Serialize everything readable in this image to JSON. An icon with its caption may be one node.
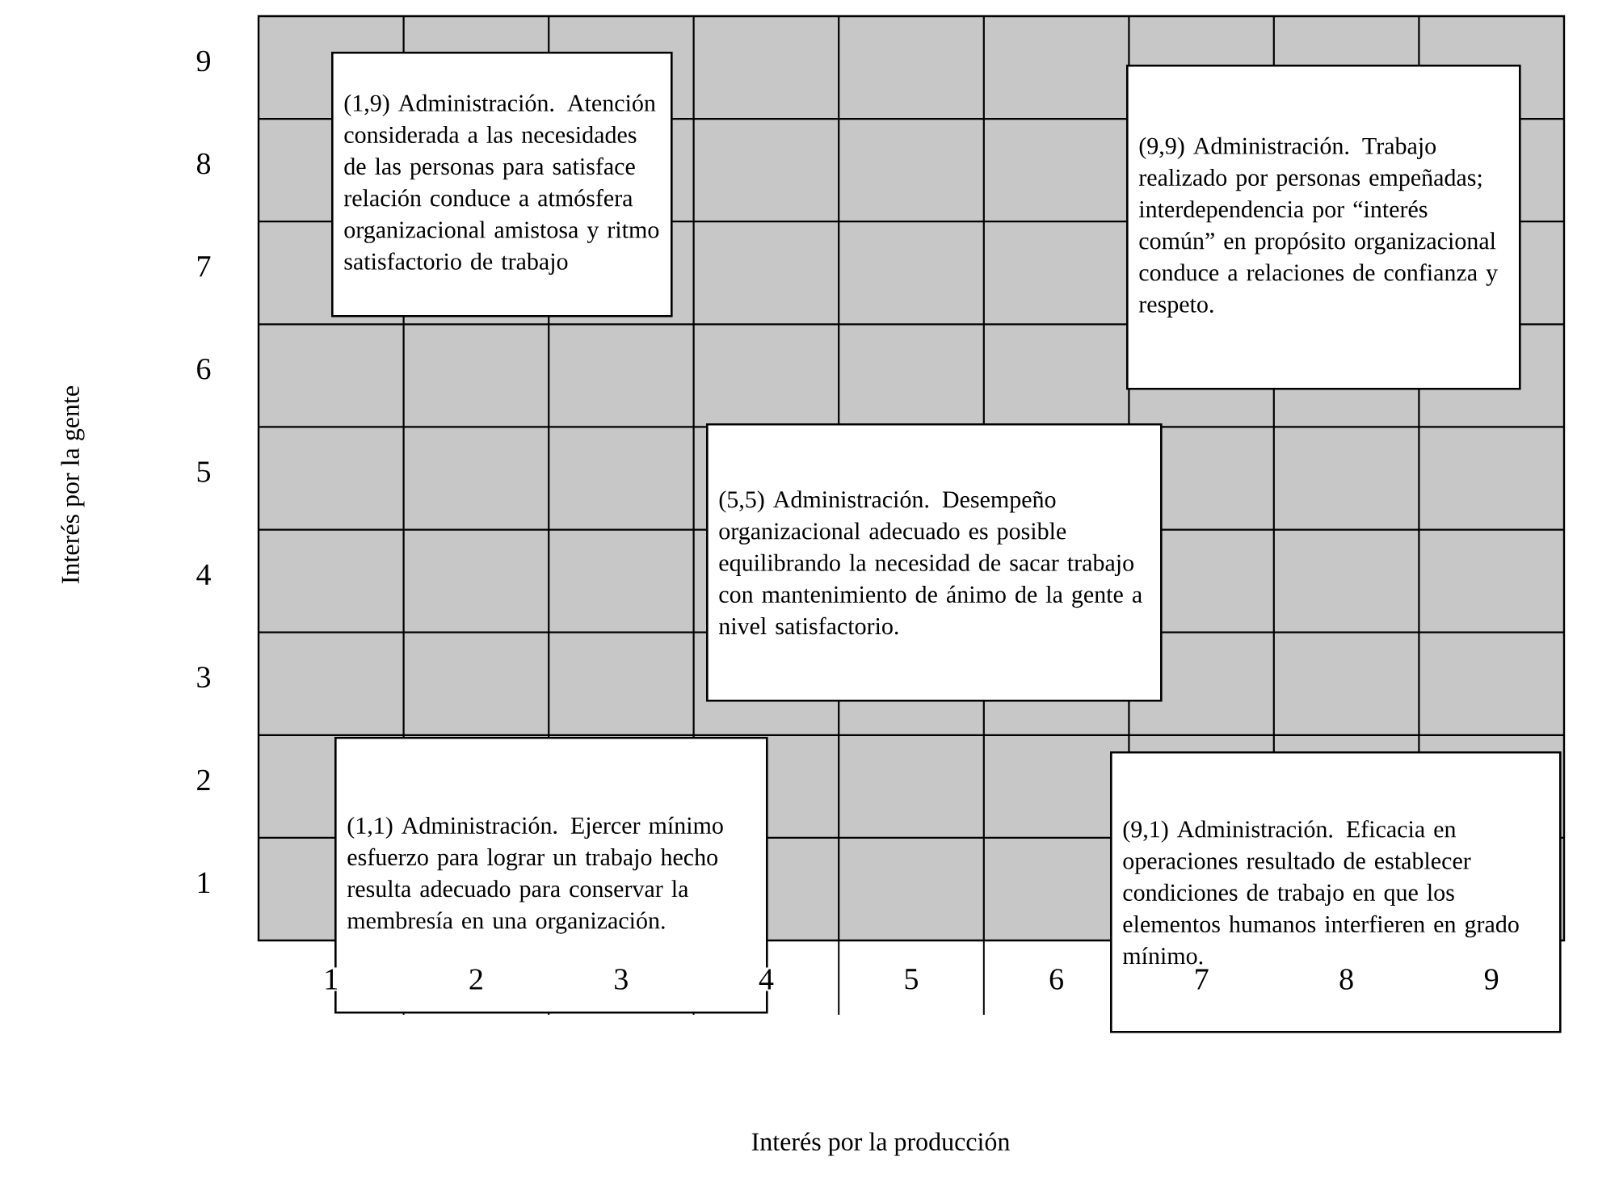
{
  "diagram": {
    "nodes": [
      {
        "text": [
          "(1,9) Administración. Atención considerada a las necesidades de las personas para satisface relación conduce a atmósfera organizacional amistosa y ritmo satisfactorio de trabajo"
        ]
      },
      {
        "text": [
          "(9,9) Administración. Trabajo realizado por personas empeñadas; interdependencia por “interés común” en propósito organizacional conduce a relaciones de confianza y respeto."
        ]
      },
      {
        "text": [
          "(5,5) Administración. Desempeño organizacional adecuado es posible equilibrando la necesidad de sacar trabajo con mantenimiento de ánimo de la gente a nivel satisfactorio."
        ]
      },
      {
        "text": [
          "(1,1) Administración. Ejercer mínimo esfuerzo para lograr un trabajo hecho resulta adecuado para conservar la membresía en una organización."
        ]
      },
      {
        "text": [
          "(9,1) Administración. Eficacia en operaciones resultado de establecer condiciones de trabajo en que los elementos humanos interfieren en grado mínimo."
        ]
      }
    ],
    "labels": [
      "9",
      "8",
      "7",
      "6",
      "5",
      "4",
      "3",
      "2",
      "1",
      "1",
      "2",
      "3",
      "4",
      "5",
      "6",
      "7",
      "8",
      "9",
      "Interés por la producción",
      "Interés por la gente"
    ]
  }
}
